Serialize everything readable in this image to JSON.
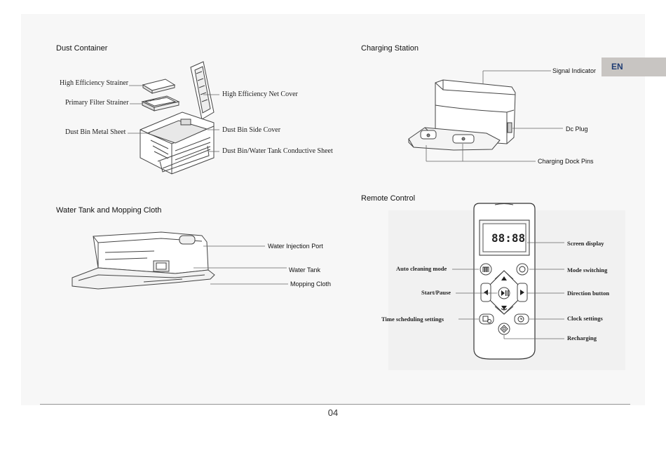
{
  "language_tab": "EN",
  "page_number": "04",
  "sections": {
    "dust_container": {
      "title": "Dust Container",
      "labels": {
        "strainer": "High Efficiency Strainer",
        "primary_filter": "Primary Filter Strainer",
        "metal_sheet": "Dust Bin Metal Sheet",
        "net_cover": "High Efficiency Net Cover",
        "side_cover": "Dust Bin Side Cover",
        "conductive_sheet": "Dust Bin/Water Tank Conductive Sheet"
      }
    },
    "charging_station": {
      "title": "Charging Station",
      "labels": {
        "signal_indicator": "Signal Indicator",
        "dc_plug": "Dc Plug",
        "dock_pins": "Charging Dock Pins"
      }
    },
    "water_tank": {
      "title": "Water Tank and Mopping Cloth",
      "labels": {
        "injection_port": "Water Injection Port",
        "water_tank": "Water Tank",
        "mopping_cloth": "Mopping Cloth"
      }
    },
    "remote_control": {
      "title": "Remote Control",
      "screen_text": "88:88",
      "labels": {
        "screen_display": "Screen display",
        "auto_cleaning": "Auto cleaning mode",
        "mode_switching": "Mode switching",
        "start_pause": "Start/Pause",
        "direction_button": "Direction button",
        "time_scheduling": "Time scheduling settings",
        "clock_settings": "Clock settings",
        "recharging": "Recharging"
      }
    }
  }
}
